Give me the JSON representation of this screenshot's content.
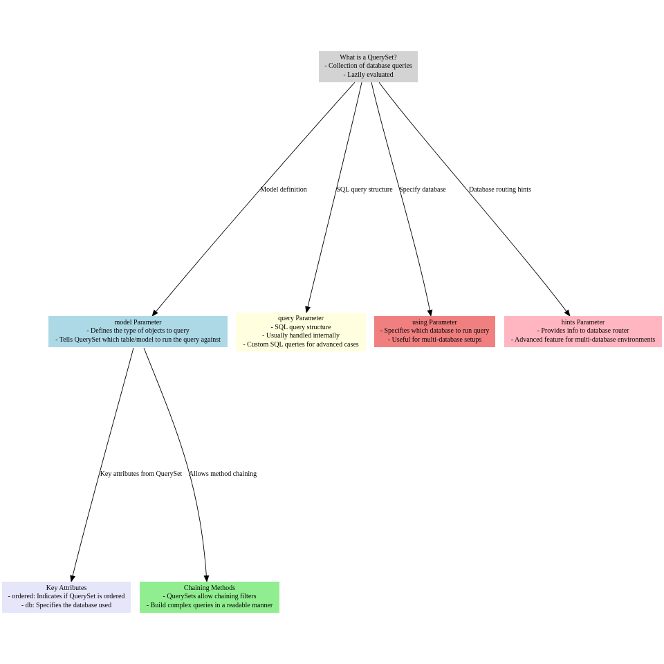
{
  "nodes": {
    "queryset": {
      "title": "What is a QuerySet?",
      "lines": [
        "- Collection of database queries",
        "- Lazily evaluated"
      ],
      "color": "#d3d3d3"
    },
    "model": {
      "title": "model Parameter",
      "lines": [
        "- Defines the type of objects to query",
        "- Tells QuerySet which table/model to run the query against"
      ],
      "color": "#add8e6"
    },
    "query": {
      "title": "query Parameter",
      "lines": [
        "- SQL query structure",
        "- Usually handled internally",
        "- Custom SQL queries for advanced cases"
      ],
      "color": "#ffffe0"
    },
    "using": {
      "title": "using Parameter",
      "lines": [
        "- Specifies which database to run query",
        "- Useful for multi-database setups"
      ],
      "color": "#f08080"
    },
    "hints": {
      "title": "hints Parameter",
      "lines": [
        "- Provides info to database router",
        "- Advanced feature for multi-database environments"
      ],
      "color": "#ffb6c1"
    },
    "attributes": {
      "title": "Key Attributes",
      "lines": [
        "- ordered: Indicates if QuerySet is ordered",
        "- db: Specifies the database used"
      ],
      "color": "#e6e6fa"
    },
    "chaining": {
      "title": "Chaining Methods",
      "lines": [
        "- QuerySets allow chaining filters",
        "- Build complex queries in a readable manner"
      ],
      "color": "#90ee90"
    }
  },
  "edges": {
    "model_definition": "Model definition",
    "sql_structure": "SQL query structure",
    "specify_database": "Specify database",
    "routing_hints": "Database routing hints",
    "key_attributes": "Key attributes from QuerySet",
    "method_chaining": "Allows method chaining"
  }
}
